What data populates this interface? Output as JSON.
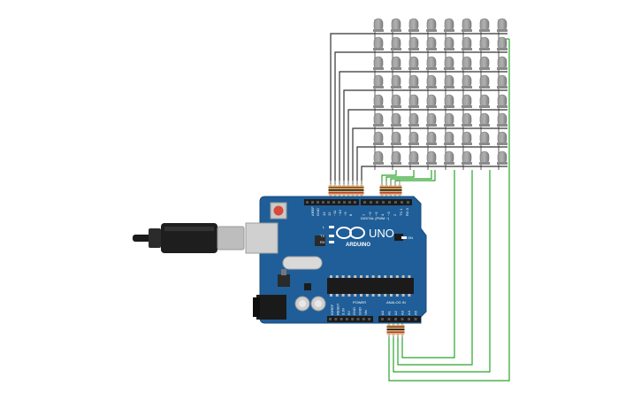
{
  "led_matrix": {
    "rows": 8,
    "cols": 8,
    "led_color": "#8c8c8c"
  },
  "wire_colors": {
    "rows": "#333333",
    "cols": "#2aa52a"
  },
  "board": {
    "brand": "ARDUINO",
    "model": "UNO",
    "digital_label": "DIGITAL (PWM ~)",
    "power_label": "POWER",
    "analog_label": "ANALOG IN",
    "on_label": "ON",
    "tx_label": "TX",
    "rx_label": "RX",
    "l_label": "L",
    "aref": "AREF",
    "gnd": "GND",
    "digital_pins": [
      "13",
      "12",
      "~11",
      "~10",
      "~9",
      "8",
      "7",
      "~6",
      "~5",
      "4",
      "~3",
      "2",
      "TX 1",
      "RX 0"
    ],
    "power_pins": [
      "IOREF",
      "RESET",
      "3.3V",
      "5V",
      "GND",
      "GND",
      "Vin"
    ],
    "analog_pins": [
      "A0",
      "A1",
      "A2",
      "A3",
      "A4",
      "A5"
    ],
    "color": "#1f5e98"
  }
}
